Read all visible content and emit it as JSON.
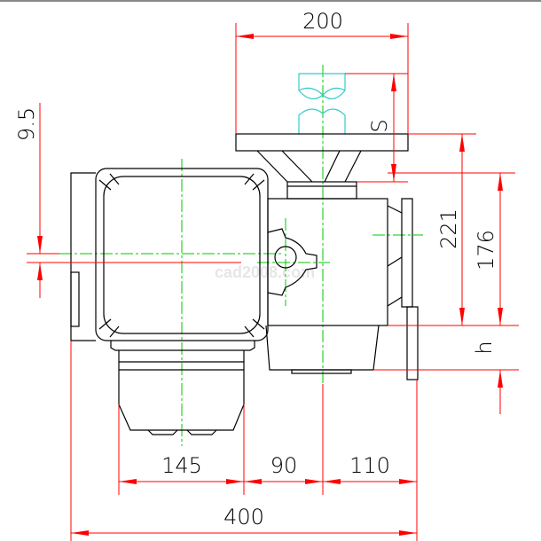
{
  "drawing": {
    "dimensions": {
      "top_width": "200",
      "shaft_length": "S",
      "left_offset": "9.5",
      "height_221": "221",
      "height_176": "176",
      "foot_height": "h",
      "motor_width": "145",
      "center_90": "90",
      "center_110": "110",
      "overall_width": "400"
    },
    "watermark": "cad2008.com",
    "colors": {
      "outline": "#000000",
      "dimension": "#ff0000",
      "centerline": "#00c800",
      "shaft": "#33cccc"
    }
  }
}
